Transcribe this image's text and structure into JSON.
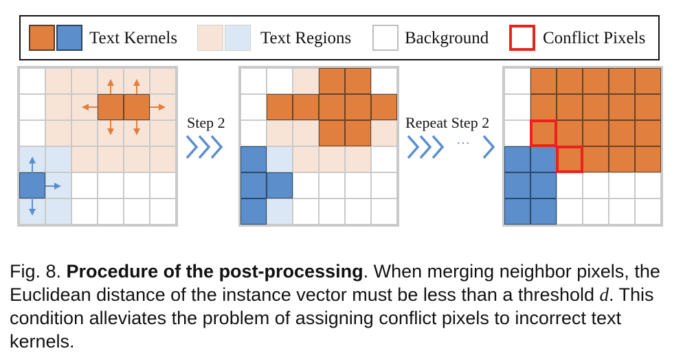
{
  "legend": {
    "kernels_label": "Text Kernels",
    "regions_label": "Text Regions",
    "background_label": "Background",
    "conflict_label": "Conflict Pixels"
  },
  "colors": {
    "kernel_orange": "#e07f3e",
    "kernel_blue": "#5b8ecb",
    "region_orange": "#f8e4d6",
    "region_blue": "#dbe7f4",
    "background": "#ffffff",
    "conflict": "#e8231c"
  },
  "labels": {
    "step2": "Step 2",
    "repeat": "Repeat Step 2",
    "ellipsis": "···"
  },
  "grids": [
    {
      "name": "initial",
      "rows": [
        "wooooo",
        "wookko",
        "wooooo",
        "bboooo",
        "Bbwwww",
        "bbwwww"
      ],
      "arrows": true
    },
    {
      "name": "after-step-2",
      "rows": [
        "wwoKKw",
        "wKKKKK",
        "wooKKo",
        "Bbooow",
        "BBwwww",
        "Bbwwww"
      ],
      "arrows": false
    },
    {
      "name": "after-repeat",
      "rows": [
        "wKKKKK",
        "wKKKKK",
        "wXKKKK",
        "BBXKKK",
        "BBwwww",
        "BBwwww"
      ],
      "arrows": false
    }
  ],
  "caption": {
    "prefix": "Fig. 8. ",
    "bold": "Procedure of the post-processing",
    "text1": ". When merging neighbor pixels, the Euclidean distance of the instance vector must be less than a threshold ",
    "math": "d",
    "text2": ". This condition alleviates the problem of assigning conflict pixels to incorrect text kernels."
  }
}
